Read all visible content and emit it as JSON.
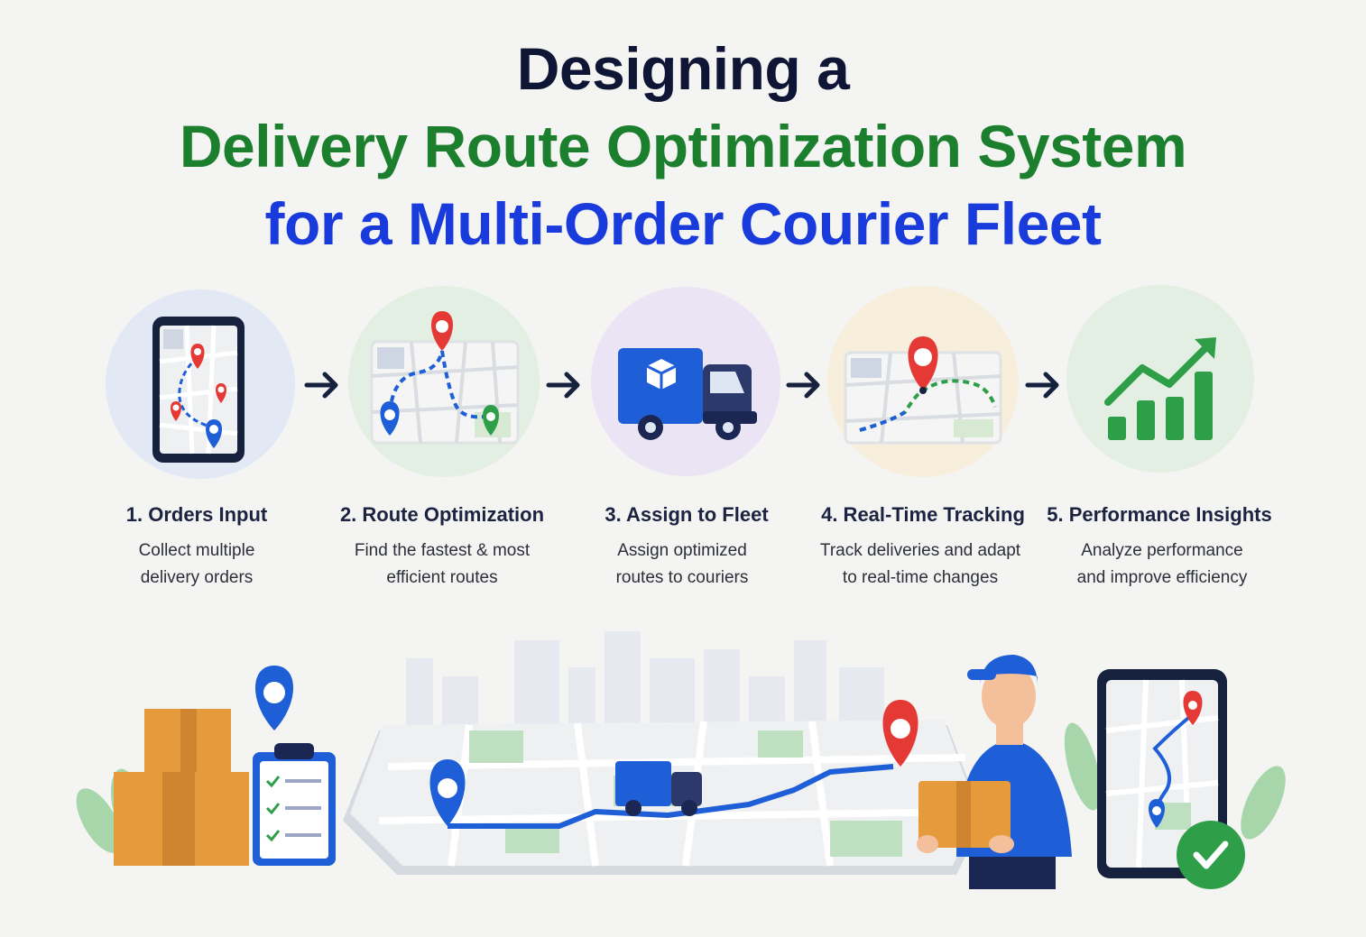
{
  "title": {
    "line1": "Designing a",
    "line2": "Delivery Route Optimization System",
    "line3": "for a Multi-Order Courier Fleet"
  },
  "steps": [
    {
      "title": "1. Orders Input",
      "desc_line1": "Collect multiple",
      "desc_line2": "delivery orders",
      "icon": "phone-map-icon"
    },
    {
      "title": "2. Route Optimization",
      "desc_line1": "Find the fastest & most",
      "desc_line2": "efficient routes",
      "icon": "route-map-icon"
    },
    {
      "title": "3. Assign to Fleet",
      "desc_line1": "Assign optimized",
      "desc_line2": "routes to couriers",
      "icon": "delivery-truck-icon"
    },
    {
      "title": "4. Real-Time Tracking",
      "desc_line1": "Track deliveries and adapt",
      "desc_line2": "to real-time changes",
      "icon": "tracking-map-icon"
    },
    {
      "title": "5. Performance Insights",
      "desc_line1": "Analyze performance",
      "desc_line2": "and improve efficiency",
      "icon": "growth-chart-icon"
    }
  ],
  "colors": {
    "dark": "#0f1535",
    "green": "#1b7f2e",
    "blue": "#1a3bdc",
    "pin_red": "#e53935",
    "pin_blue": "#1e5fd8",
    "pin_green": "#2e9e49"
  }
}
